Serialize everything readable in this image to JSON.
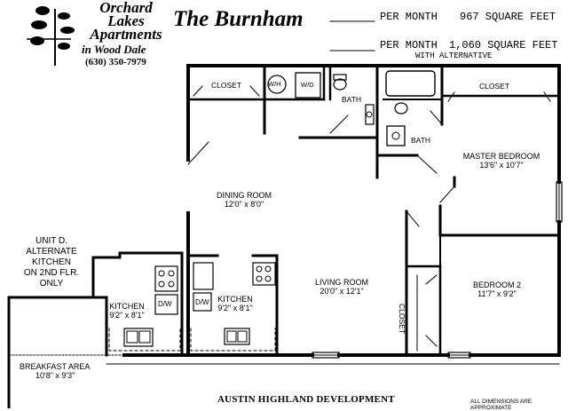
{
  "brand": {
    "line1": "Orchard",
    "line2": "Lakes",
    "line3": "Apartments",
    "location": "in Wood Dale",
    "phone": "(630) 350-7979",
    "logo_icon": "tree-icon"
  },
  "plan_title": "The Burnham",
  "options": [
    {
      "price_label": "PER MONTH",
      "area": "967 SQUARE FEET"
    },
    {
      "price_label": "PER MONTH",
      "area": "1,060 SQUARE FEET"
    }
  ],
  "option_note": "WITH ALTERNATIVE",
  "rooms": {
    "closet_top": "CLOSET",
    "washer_heater": "W/H",
    "washer_dryer": "W/D",
    "bath1": "BATH",
    "bath2": "BATH",
    "closet_master": "CLOSET",
    "master_name": "MASTER BEDROOM",
    "master_dims": "13'6\" x 10'7\"",
    "dining_name": "DINING ROOM",
    "dining_dims": "12'0\" x 8'0\"",
    "living_name": "LIVING ROOM",
    "living_dims": "20'0\" x 12'1\"",
    "bed2_name": "BEDROOM 2",
    "bed2_dims": "11'7\" x 9'2\"",
    "closet_bed2": "CLOSET",
    "kitchen_name": "KITCHEN",
    "kitchen_dims": "9'2\" x 8'1\"",
    "dishwasher": "D/W",
    "alt_kitchen_name": "KITCHEN",
    "alt_kitchen_dims": "9'2\" x 8'1\"",
    "alt_dishwasher": "D/W",
    "breakfast_name": "BREAKFAST AREA",
    "breakfast_dims": "10'8\" x 9'3\""
  },
  "unit_note": [
    "UNIT D.",
    "ALTERNATE",
    "KITCHEN",
    "ON 2ND FLR.",
    "ONLY"
  ],
  "footer": {
    "developer": "AUSTIN HIGHLAND DEVELOPMENT",
    "disclaimer": "ALL DIMENSIONS ARE APPROXIMATE"
  }
}
